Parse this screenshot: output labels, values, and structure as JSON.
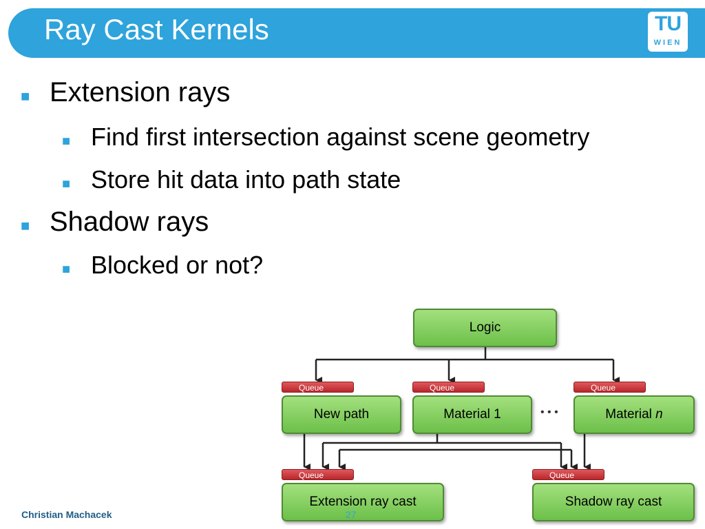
{
  "header": {
    "title": "Ray Cast Kernels",
    "logo": {
      "top": "TU",
      "bottom": "WIEN"
    }
  },
  "bullets": [
    {
      "text": "Extension rays",
      "sub": [
        {
          "text": "Find first intersection against scene geometry"
        },
        {
          "text": "Store hit data into path state"
        }
      ]
    },
    {
      "text": "Shadow rays",
      "sub": [
        {
          "text": "Blocked or not?"
        }
      ]
    }
  ],
  "bullet_marker": "■",
  "diagram": {
    "logic": "Logic",
    "queue_label": "Queue",
    "new_path": "New path",
    "material_1": "Material 1",
    "material_n_prefix": "Material",
    "material_n_var": "n",
    "ellipsis": "• • •",
    "extension": "Extension ray cast",
    "shadow": "Shadow ray cast"
  },
  "footer": {
    "author": "Christian Machacek",
    "page": "27"
  },
  "colors": {
    "accent": "#2ea3dc",
    "box_green": "#6cc04a",
    "queue_red": "#c0292d"
  }
}
